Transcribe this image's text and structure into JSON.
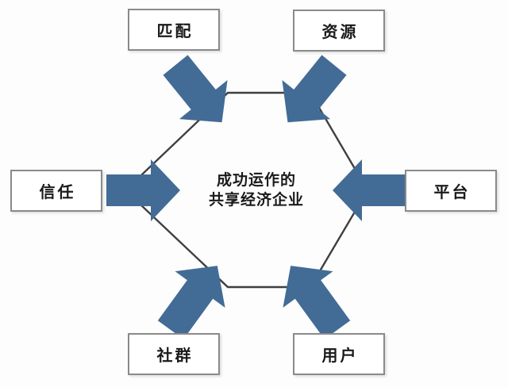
{
  "diagram": {
    "type": "hexagon-spoke",
    "center": {
      "line1": "成功运作的",
      "line2": "共享经济企业"
    },
    "nodes": [
      {
        "id": "match",
        "label": "匹配",
        "position": "top-left",
        "arrow_direction": "down-right-to-center"
      },
      {
        "id": "resources",
        "label": "资源",
        "position": "top-right",
        "arrow_direction": "down-left-to-center"
      },
      {
        "id": "trust",
        "label": "信任",
        "position": "middle-left",
        "arrow_direction": "right-to-center"
      },
      {
        "id": "platform",
        "label": "平台",
        "position": "middle-right",
        "arrow_direction": "left-to-center"
      },
      {
        "id": "community",
        "label": "社群",
        "position": "bottom-left",
        "arrow_direction": "up-right-to-center"
      },
      {
        "id": "users",
        "label": "用户",
        "position": "bottom-right",
        "arrow_direction": "up-left-to-center"
      }
    ]
  },
  "colors": {
    "arrow-fill": "#426c96",
    "hex-line": "#3f3f3f",
    "box-border": "#8a8a8a",
    "box-bg": "#ffffff",
    "text-color": "#1a1a1a",
    "bg": "#fdfdfd"
  }
}
